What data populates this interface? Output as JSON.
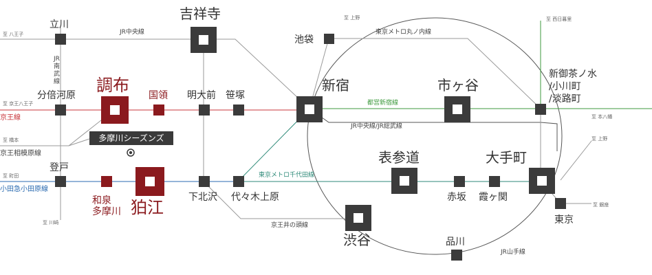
{
  "colors": {
    "keio": "#c8343a",
    "odakyu": "#2a6ab0",
    "toei_shinjuku": "#3e9a3e",
    "chiyoda": "#2e8a78",
    "gray_line": "#9a9a9a",
    "dark_line": "#555555",
    "station_dark": "#3b3b3b",
    "station_red": "#8b1a1e",
    "label_bg": "#3a3a3a"
  },
  "location_marker": {
    "label": "多摩川シーズンズ",
    "icon": "location-pin-icon"
  },
  "stations": {
    "tachikawa": "立川",
    "kichijoji": "吉祥寺",
    "ikebukuro": "池袋",
    "bunbaigawara": "分倍河原",
    "chofu": "調布",
    "kokuryo": "国領",
    "meidaimae": "明大前",
    "sasazuka": "笹塚",
    "shinjuku": "新宿",
    "ichigaya": "市ヶ谷",
    "shin_ochanomizu": "新御茶ノ水\n/小川町\n/淡路町",
    "noborito": "登戸",
    "izumi_tamagawa": "和泉\n多摩川",
    "komae": "狛江",
    "shimokitazawa": "下北沢",
    "yoyogi_uehara": "代々木上原",
    "omotesando": "表参道",
    "akasaka": "赤坂",
    "kasumigaseki": "霞ヶ関",
    "otemachi": "大手町",
    "shibuya": "渋谷",
    "shinagawa": "品川",
    "tokyo": "東京"
  },
  "line_labels": {
    "jr_chuo": "JR中央線",
    "jr_nambu": "JR\n南\n武\n線",
    "marunouchi": "東京メトロ丸ノ内線",
    "toei_shinjuku": "都営新宿線",
    "jr_chuo_sobu": "JR中央線/JR総武線",
    "keio_line": "京王線",
    "keio_sagamihara": "京王相模原線",
    "odakyu": "小田急小田原線",
    "chiyoda": "東京メトロ千代田線",
    "inokashira": "京王井の頭線",
    "yamanote": "JR山手線"
  },
  "destinations": {
    "hachioji": "至 八王子",
    "keio_hachioji": "至 京王八王子",
    "hashimoto": "至 橋本",
    "machida": "至 町田",
    "kawasaki": "至 川崎",
    "ueno_top": "至 上野",
    "nishi_nippori": "至 西日暮里",
    "motoyawata": "至 本八幡",
    "ueno_right": "至 上野",
    "ginza": "至 銀座"
  }
}
